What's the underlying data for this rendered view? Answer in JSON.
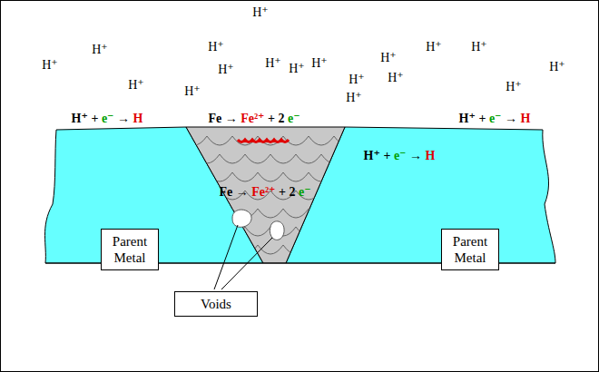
{
  "diagram": {
    "nodes": [
      {
        "text": [
          "Parent Metal"
        ]
      },
      {
        "text": [
          "Parent Metal"
        ]
      },
      {
        "text": [
          "Voids"
        ]
      }
    ],
    "labels": [
      "H⁺",
      "H⁺",
      "H⁺",
      "H⁺",
      "H⁺",
      "H⁺",
      "H⁺",
      "H⁺",
      "H⁺",
      "H⁺",
      "H⁺",
      "H⁺",
      "H⁺",
      "H⁺",
      "H⁺",
      "H⁺",
      "H⁺",
      "H⁺",
      "H⁺ + e⁻ → H",
      "Fe → Fe²⁺ + 2 e⁻",
      "H⁺ + e⁻ → H",
      "H⁺ + e⁻ → H",
      "Fe → Fe²⁺ + 2 e⁻"
    ]
  }
}
